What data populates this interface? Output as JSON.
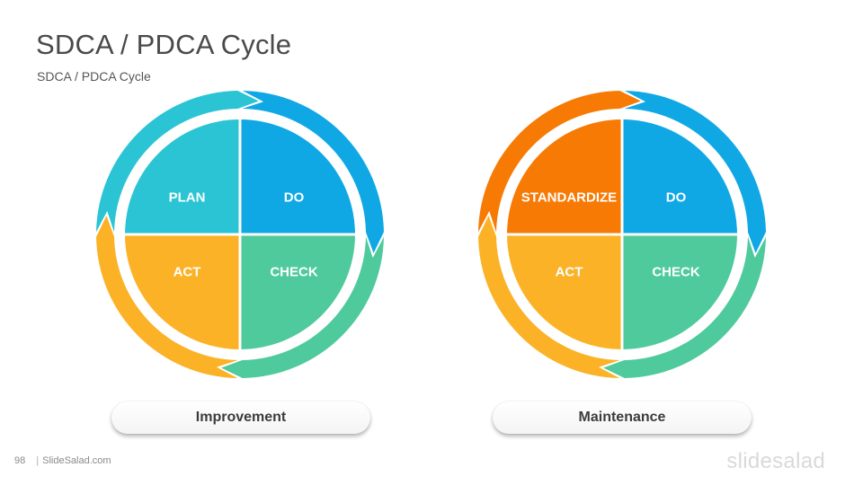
{
  "slide": {
    "title": "SDCA / PDCA Cycle",
    "subtitle": "SDCA / PDCA Cycle",
    "page_number": "98",
    "footer_site": "SlideSalad.com",
    "brand": "slidesalad"
  },
  "colors": {
    "teal": "#2BC4D4",
    "blue": "#0FA8E5",
    "green": "#4ECA9C",
    "yellow": "#FBB226",
    "orange": "#F77A05"
  },
  "cycles": [
    {
      "caption": "Improvement",
      "quadrants": {
        "top_left": {
          "label": "PLAN",
          "color": "#2BC4D4"
        },
        "top_right": {
          "label": "DO",
          "color": "#0FA8E5"
        },
        "bottom_right": {
          "label": "CHECK",
          "color": "#4ECA9C"
        },
        "bottom_left": {
          "label": "ACT",
          "color": "#FBB226"
        }
      }
    },
    {
      "caption": "Maintenance",
      "quadrants": {
        "top_left": {
          "label": "STANDARDIZE",
          "color": "#F77A05"
        },
        "top_right": {
          "label": "DO",
          "color": "#0FA8E5"
        },
        "bottom_right": {
          "label": "CHECK",
          "color": "#4ECA9C"
        },
        "bottom_left": {
          "label": "ACT",
          "color": "#FBB226"
        }
      }
    }
  ]
}
